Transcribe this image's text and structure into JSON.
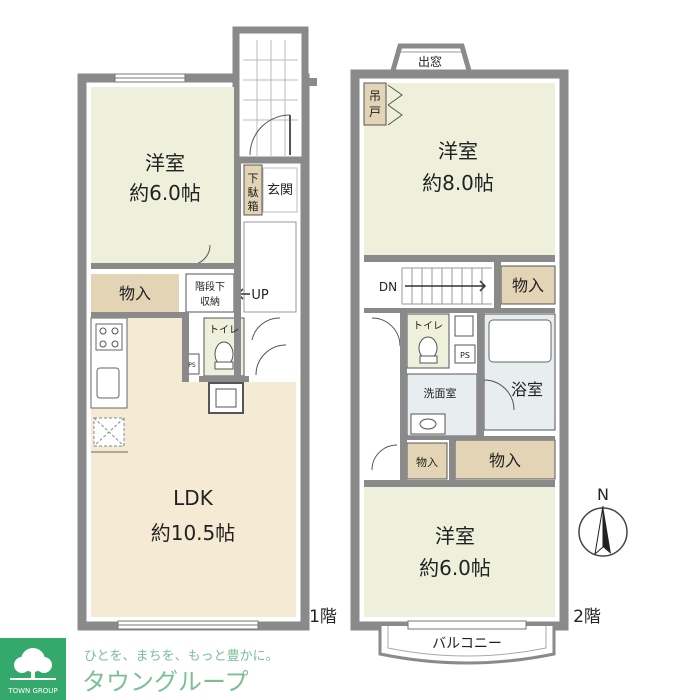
{
  "floor1": {
    "label": "1階",
    "western_room": {
      "name": "洋室",
      "size": "約6.0帖"
    },
    "ldk": {
      "name": "LDK",
      "size": "約10.5帖"
    },
    "storage": "物入",
    "under_stairs": {
      "line1": "階段下",
      "line2": "収納"
    },
    "toilet": "トイレ",
    "entrance": "玄関",
    "shoe_box": {
      "line1": "下",
      "line2": "駄",
      "line3": "箱"
    },
    "up": "UP",
    "ps": "PS"
  },
  "floor2": {
    "label": "2階",
    "bay_window": "出窓",
    "hanging_cabinet": {
      "line1": "吊",
      "line2": "戸"
    },
    "western_room_a": {
      "name": "洋室",
      "size": "約8.0帖"
    },
    "western_room_b": {
      "name": "洋室",
      "size": "約6.0帖"
    },
    "storage_a": "物入",
    "storage_b": "物入",
    "storage_c": "物入",
    "down": "DN",
    "toilet": "トイレ",
    "ps": "PS",
    "washroom": "洗面室",
    "bathroom": "浴室",
    "balcony": "バルコニー"
  },
  "compass": {
    "north": "N"
  },
  "brand": {
    "slogan": "ひとを、まちを、もっと豊かに。",
    "name": "タウングループ",
    "logo_text": "TOWN GROUP"
  },
  "colors": {
    "wall": "#8a8a8a",
    "room_green": "#eef0dc",
    "ldk_beige": "#f5ead4",
    "storage_tan": "#e2d4b5",
    "white_area": "#ffffff",
    "brand_green": "#35a86b"
  }
}
